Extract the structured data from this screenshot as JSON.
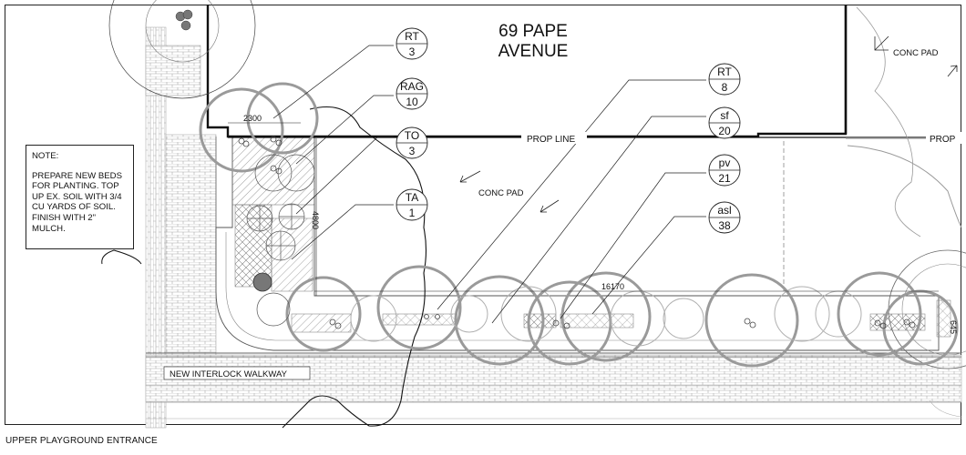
{
  "building": {
    "line1": "69 PAPE",
    "line2": "AVENUE"
  },
  "labels": {
    "prop_line_1": "PROP LINE",
    "prop_line_2": "PROP",
    "conc_pad_1": "CONC PAD",
    "conc_pad_2": "CONC PAD",
    "walkway": "NEW INTERLOCK WALKWAY",
    "dim_2300": "2300",
    "dim_4800": "4800",
    "dim_16170": "16170",
    "dim_645": "645"
  },
  "note": {
    "title": "NOTE:",
    "text": "PREPARE NEW BEDS\nFOR PLANTING. TOP\nUP EX. SOIL WITH 3/4\nCU YARDS OF SOIL.\nFINISH WITH 2\"\nMULCH."
  },
  "plant_tags": [
    {
      "code": "RT",
      "qty": "3"
    },
    {
      "code": "RAG",
      "qty": "10"
    },
    {
      "code": "TO",
      "qty": "3"
    },
    {
      "code": "TA",
      "qty": "1"
    },
    {
      "code": "RT",
      "qty": "8"
    },
    {
      "code": "sf",
      "qty": "20"
    },
    {
      "code": "pv",
      "qty": "21"
    },
    {
      "code": "asl",
      "qty": "38"
    }
  ],
  "caption": "UPPER PLAYGROUND ENTRANCE"
}
